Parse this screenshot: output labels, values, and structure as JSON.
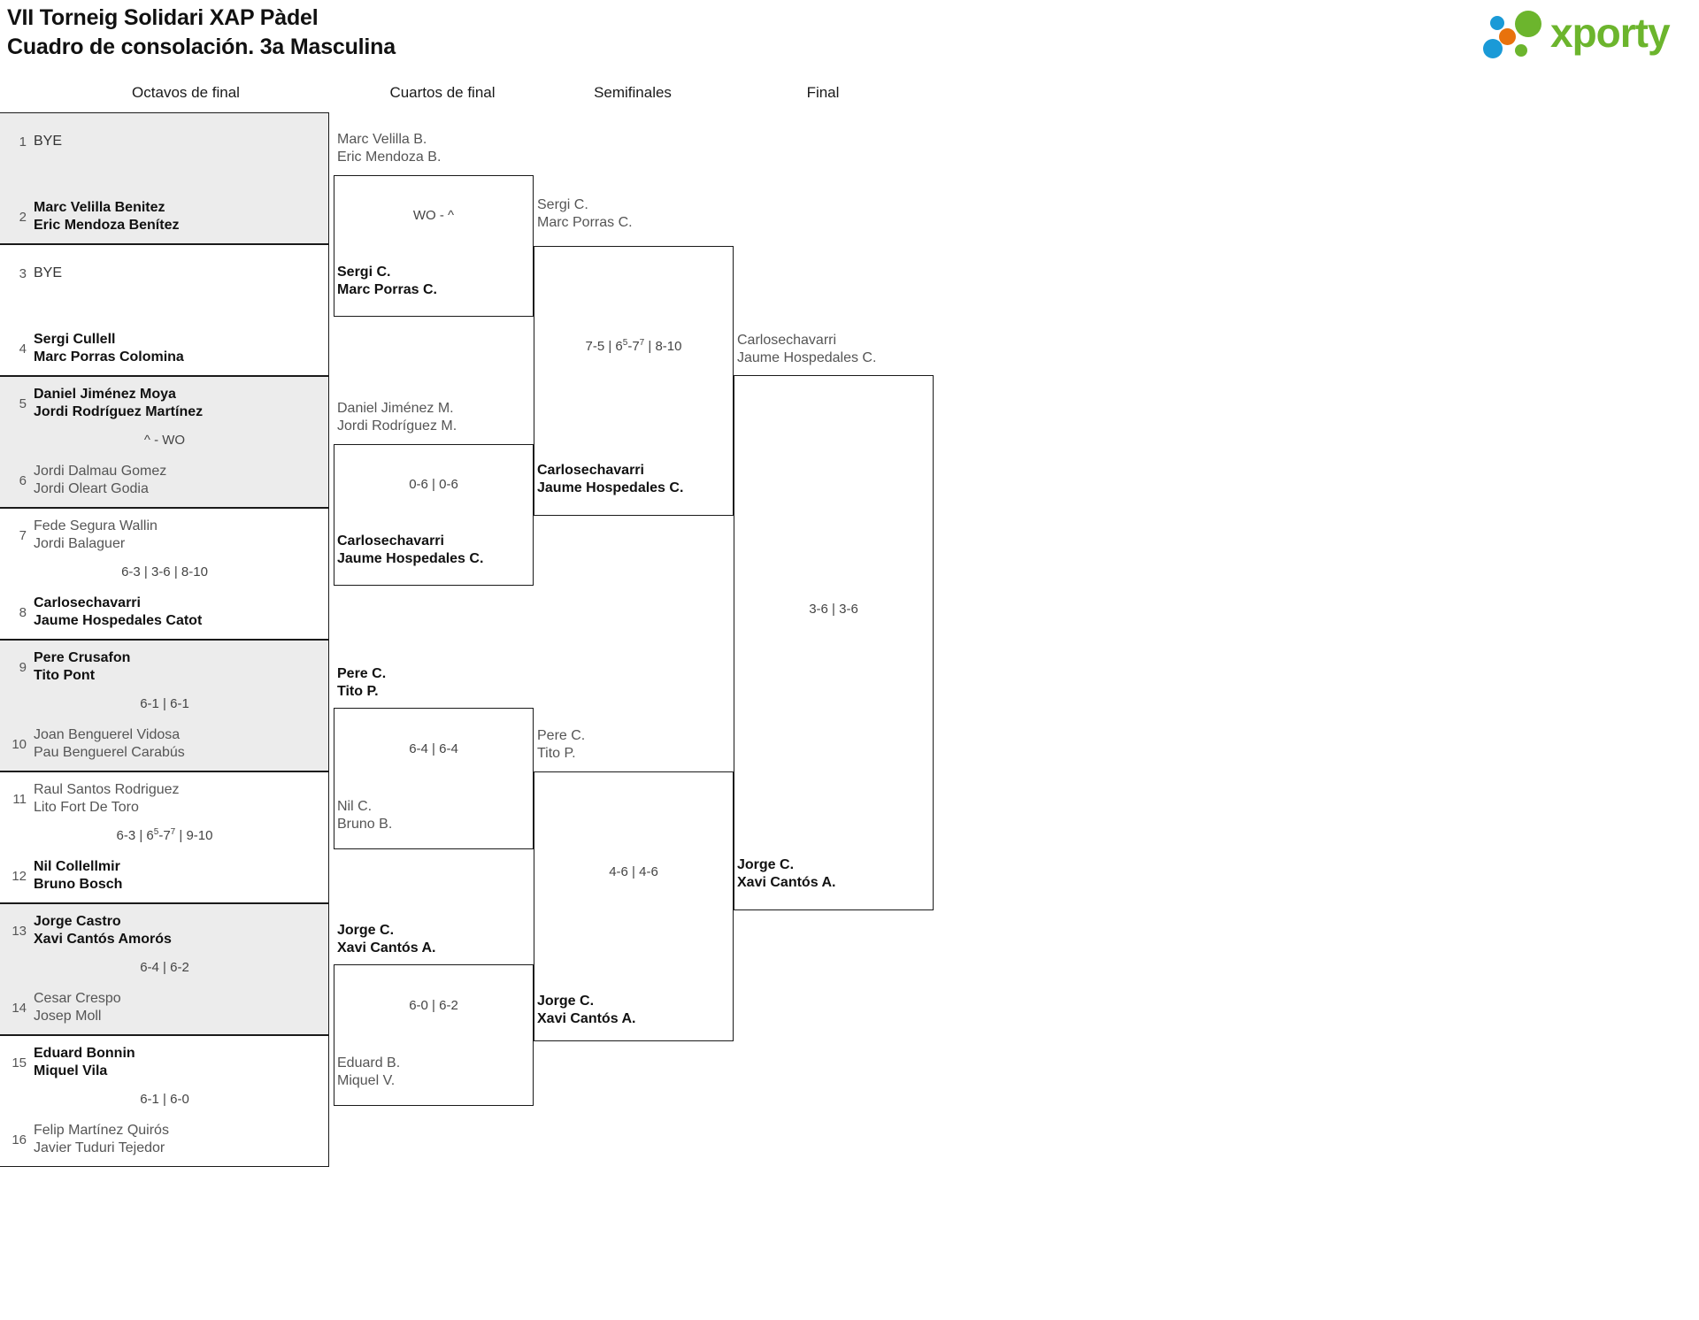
{
  "header": {
    "title_line1": "VII Torneig Solidari XAP Pàdel",
    "title_line2": "Cuadro de consolación. 3a Masculina"
  },
  "logo": {
    "word": "xporty",
    "green": "#6cb52d",
    "blue": "#1a9ad7",
    "orange": "#e8720c"
  },
  "rounds": [
    {
      "key": "r16",
      "label": "Octavos de final"
    },
    {
      "key": "qf",
      "label": "Cuartos de final"
    },
    {
      "key": "sf",
      "label": "Semifinales"
    },
    {
      "key": "f",
      "label": "Final"
    }
  ],
  "round1": {
    "matches": [
      {
        "score": "",
        "top": {
          "seed": "1",
          "line1": "BYE",
          "line2": "",
          "result": "bye"
        },
        "bottom": {
          "seed": "2",
          "line1": "Marc Velilla Benitez",
          "line2": "Eric Mendoza Benítez",
          "result": "winner"
        }
      },
      {
        "score": "",
        "top": {
          "seed": "3",
          "line1": "BYE",
          "line2": "",
          "result": "bye"
        },
        "bottom": {
          "seed": "4",
          "line1": "Sergi Cullell",
          "line2": "Marc Porras Colomina",
          "result": "winner"
        }
      },
      {
        "score": "^ - WO",
        "top": {
          "seed": "5",
          "line1": "Daniel Jiménez Moya",
          "line2": "Jordi Rodríguez Martínez",
          "result": "winner"
        },
        "bottom": {
          "seed": "6",
          "line1": "Jordi Dalmau Gomez",
          "line2": "Jordi Oleart Godia",
          "result": "loser"
        }
      },
      {
        "score": "6-3 | 3-6 | 8-10",
        "top": {
          "seed": "7",
          "line1": "Fede Segura Wallin",
          "line2": "Jordi Balaguer",
          "result": "loser"
        },
        "bottom": {
          "seed": "8",
          "line1": "Carlosechavarri",
          "line2": "Jaume Hospedales Catot",
          "result": "winner"
        }
      },
      {
        "score": "6-1 | 6-1",
        "top": {
          "seed": "9",
          "line1": "Pere Crusafon",
          "line2": "Tito Pont",
          "result": "winner"
        },
        "bottom": {
          "seed": "10",
          "line1": "Joan Benguerel Vidosa",
          "line2": "Pau Benguerel Carabús",
          "result": "loser"
        }
      },
      {
        "score": "6-3 | 6<sup>5</sup>-7<sup>7</sup> | 9-10",
        "top": {
          "seed": "11",
          "line1": "Raul Santos Rodriguez",
          "line2": "Lito Fort De Toro",
          "result": "loser"
        },
        "bottom": {
          "seed": "12",
          "line1": "Nil Collellmir",
          "line2": "Bruno Bosch",
          "result": "winner"
        }
      },
      {
        "score": "6-4 | 6-2",
        "top": {
          "seed": "13",
          "line1": "Jorge Castro",
          "line2": "Xavi Cantós Amorós",
          "result": "winner"
        },
        "bottom": {
          "seed": "14",
          "line1": "Cesar Crespo",
          "line2": "Josep Moll",
          "result": "loser"
        }
      },
      {
        "score": "6-1 | 6-0",
        "top": {
          "seed": "15",
          "line1": "Eduard Bonnin",
          "line2": "Miquel Vila",
          "result": "winner"
        },
        "bottom": {
          "seed": "16",
          "line1": "Felip Martínez Quirós",
          "line2": "Javier Tuduri Tejedor",
          "result": "loser"
        }
      }
    ]
  },
  "quarterfinals": {
    "matches": [
      {
        "score": "WO - ^",
        "top": {
          "line1": "Marc Velilla B.",
          "line2": "Eric Mendoza B.",
          "result": "loser"
        },
        "bottom": {
          "line1": "Sergi C.",
          "line2": "Marc Porras C.",
          "result": "winner"
        }
      },
      {
        "score": "0-6 | 0-6",
        "top": {
          "line1": "Daniel Jiménez M.",
          "line2": "Jordi Rodríguez M.",
          "result": "loser"
        },
        "bottom": {
          "line1": "Carlosechavarri",
          "line2": "Jaume Hospedales C.",
          "result": "winner"
        }
      },
      {
        "score": "6-4 | 6-4",
        "top": {
          "line1": "Pere C.",
          "line2": "Tito P.",
          "result": "winner"
        },
        "bottom": {
          "line1": "Nil C.",
          "line2": "Bruno B.",
          "result": "loser"
        }
      },
      {
        "score": "6-0 | 6-2",
        "top": {
          "line1": "Jorge C.",
          "line2": "Xavi Cantós A.",
          "result": "winner"
        },
        "bottom": {
          "line1": "Eduard B.",
          "line2": "Miquel V.",
          "result": "loser"
        }
      }
    ]
  },
  "semifinals": {
    "matches": [
      {
        "score": "7-5 | 6<sup>5</sup>-7<sup>7</sup> | 8-10",
        "top": {
          "line1": "Sergi C.",
          "line2": "Marc Porras C.",
          "result": "loser"
        },
        "bottom": {
          "line1": "Carlosechavarri",
          "line2": "Jaume Hospedales C.",
          "result": "winner"
        }
      },
      {
        "score": "4-6 | 4-6",
        "top": {
          "line1": "Pere C.",
          "line2": "Tito P.",
          "result": "loser"
        },
        "bottom": {
          "line1": "Jorge C.",
          "line2": "Xavi Cantós A.",
          "result": "winner"
        }
      }
    ]
  },
  "final": {
    "matches": [
      {
        "score": "3-6 | 3-6",
        "top": {
          "line1": "Carlosechavarri",
          "line2": "Jaume Hospedales C.",
          "result": "loser"
        },
        "bottom": {
          "line1": "Jorge C.",
          "line2": "Xavi Cantós A.",
          "result": "winner"
        }
      }
    ]
  }
}
